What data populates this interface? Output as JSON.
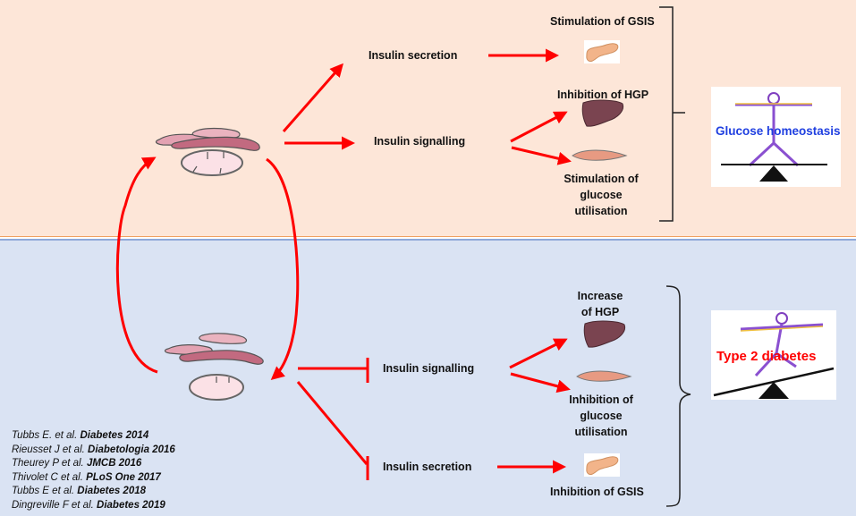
{
  "colors": {
    "top_background": "#fde6d8",
    "bottom_background": "#dae3f3",
    "arrow": "#ff0000",
    "healthy_label": "#1f3fe0",
    "disease_label": "#ff0000"
  },
  "healthy": {
    "insulin_secretion": "Insulin secretion",
    "insulin_signalling": "Insulin signalling",
    "gsis": "Stimulation of GSIS",
    "hgp": "Inhibition of HGP",
    "glucose_util": [
      "Stimulation of",
      "glucose",
      "utilisation"
    ],
    "outcome": "Glucose homeostasis"
  },
  "disease": {
    "insulin_signalling": "Insulin signalling",
    "insulin_secretion": "Insulin secretion",
    "hgp": [
      "Increase",
      "of HGP"
    ],
    "glucose_util": [
      "Inhibition of",
      "glucose",
      "utilisation"
    ],
    "gsis": "Inhibition of GSIS",
    "outcome": "Type 2 diabetes"
  },
  "references": [
    {
      "authors": "Tubbs E. et al. ",
      "journal": "Diabetes 2014"
    },
    {
      "authors": "Rieusset J et al. ",
      "journal": "Diabetologia 2016"
    },
    {
      "authors": "Theurey P et al. ",
      "journal": "JMCB 2016"
    },
    {
      "authors": "Thivolet C et al. ",
      "journal": "PLoS One 2017"
    },
    {
      "authors": "Tubbs E et al. ",
      "journal": "Diabetes 2018"
    },
    {
      "authors": "Dingreville F et al. ",
      "journal": "Diabetes 2019"
    }
  ]
}
